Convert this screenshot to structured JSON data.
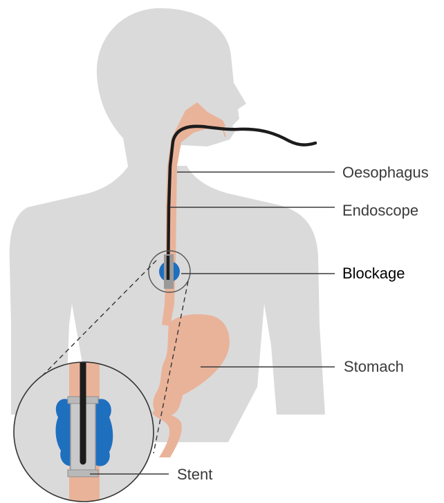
{
  "labels": {
    "oesophagus": "Oesophagus",
    "endoscope": "Endoscope",
    "blockage": "Blockage",
    "stomach": "Stomach",
    "stent": "Stent"
  },
  "colors": {
    "body_silhouette": "#dadada",
    "oesophagus_tissue": "#e9b39a",
    "endoscope": "#1c1c1c",
    "blockage": "#1f6fbf",
    "stent": "#b9b9b9",
    "label_text": "#3a3a3a"
  }
}
